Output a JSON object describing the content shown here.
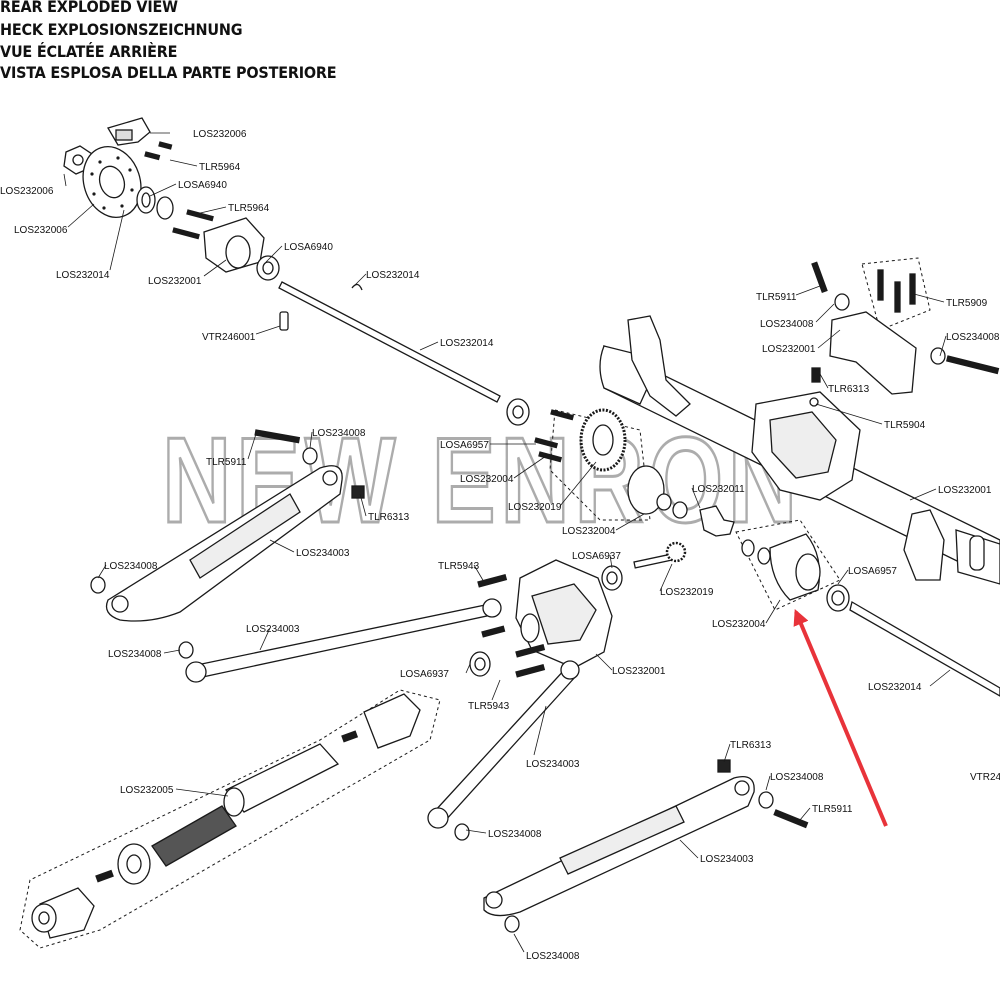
{
  "header": {
    "lines": [
      "REAR EXPLODED VIEW",
      "HECK EXPLOSIONSZEICHNUNG",
      "VUE ÉCLATÉE ARRIÈRE",
      "VISTA ESPLOSA DELLA PARTE POSTERIORE"
    ]
  },
  "watermark": {
    "text": "NEW ENRON"
  },
  "labels": [
    "LOS232006",
    "TLR5964",
    "LOS232006",
    "LOSA6940",
    "LOS232006",
    "TLR5964",
    "LOS232014",
    "LOSA6940",
    "LOS232001",
    "LOS232014",
    "VTR246001",
    "LOS232014",
    "TLR5911",
    "TLR5909",
    "LOS234008",
    "LOS234008",
    "LOS232001",
    "TLR6313",
    "TLR5904",
    "LOSA6957",
    "LOS232004",
    "LOS232019",
    "LOS232011",
    "LOS232004",
    "LOS232001",
    "TLR5911",
    "LOS234008",
    "TLR6313",
    "LOS234008",
    "LOS234003",
    "TLR5943",
    "LOSA6937",
    "LOS232019",
    "LOS232004",
    "LOSA6957",
    "LOS234003",
    "LOS234008",
    "LOSA6937",
    "LOS232001",
    "TLR5943",
    "LOS232014",
    "LOS232005",
    "LOS234003",
    "TLR6313",
    "LOS234008",
    "VTR24",
    "TLR5911",
    "LOS234008",
    "LOS234003",
    "LOS234008"
  ]
}
